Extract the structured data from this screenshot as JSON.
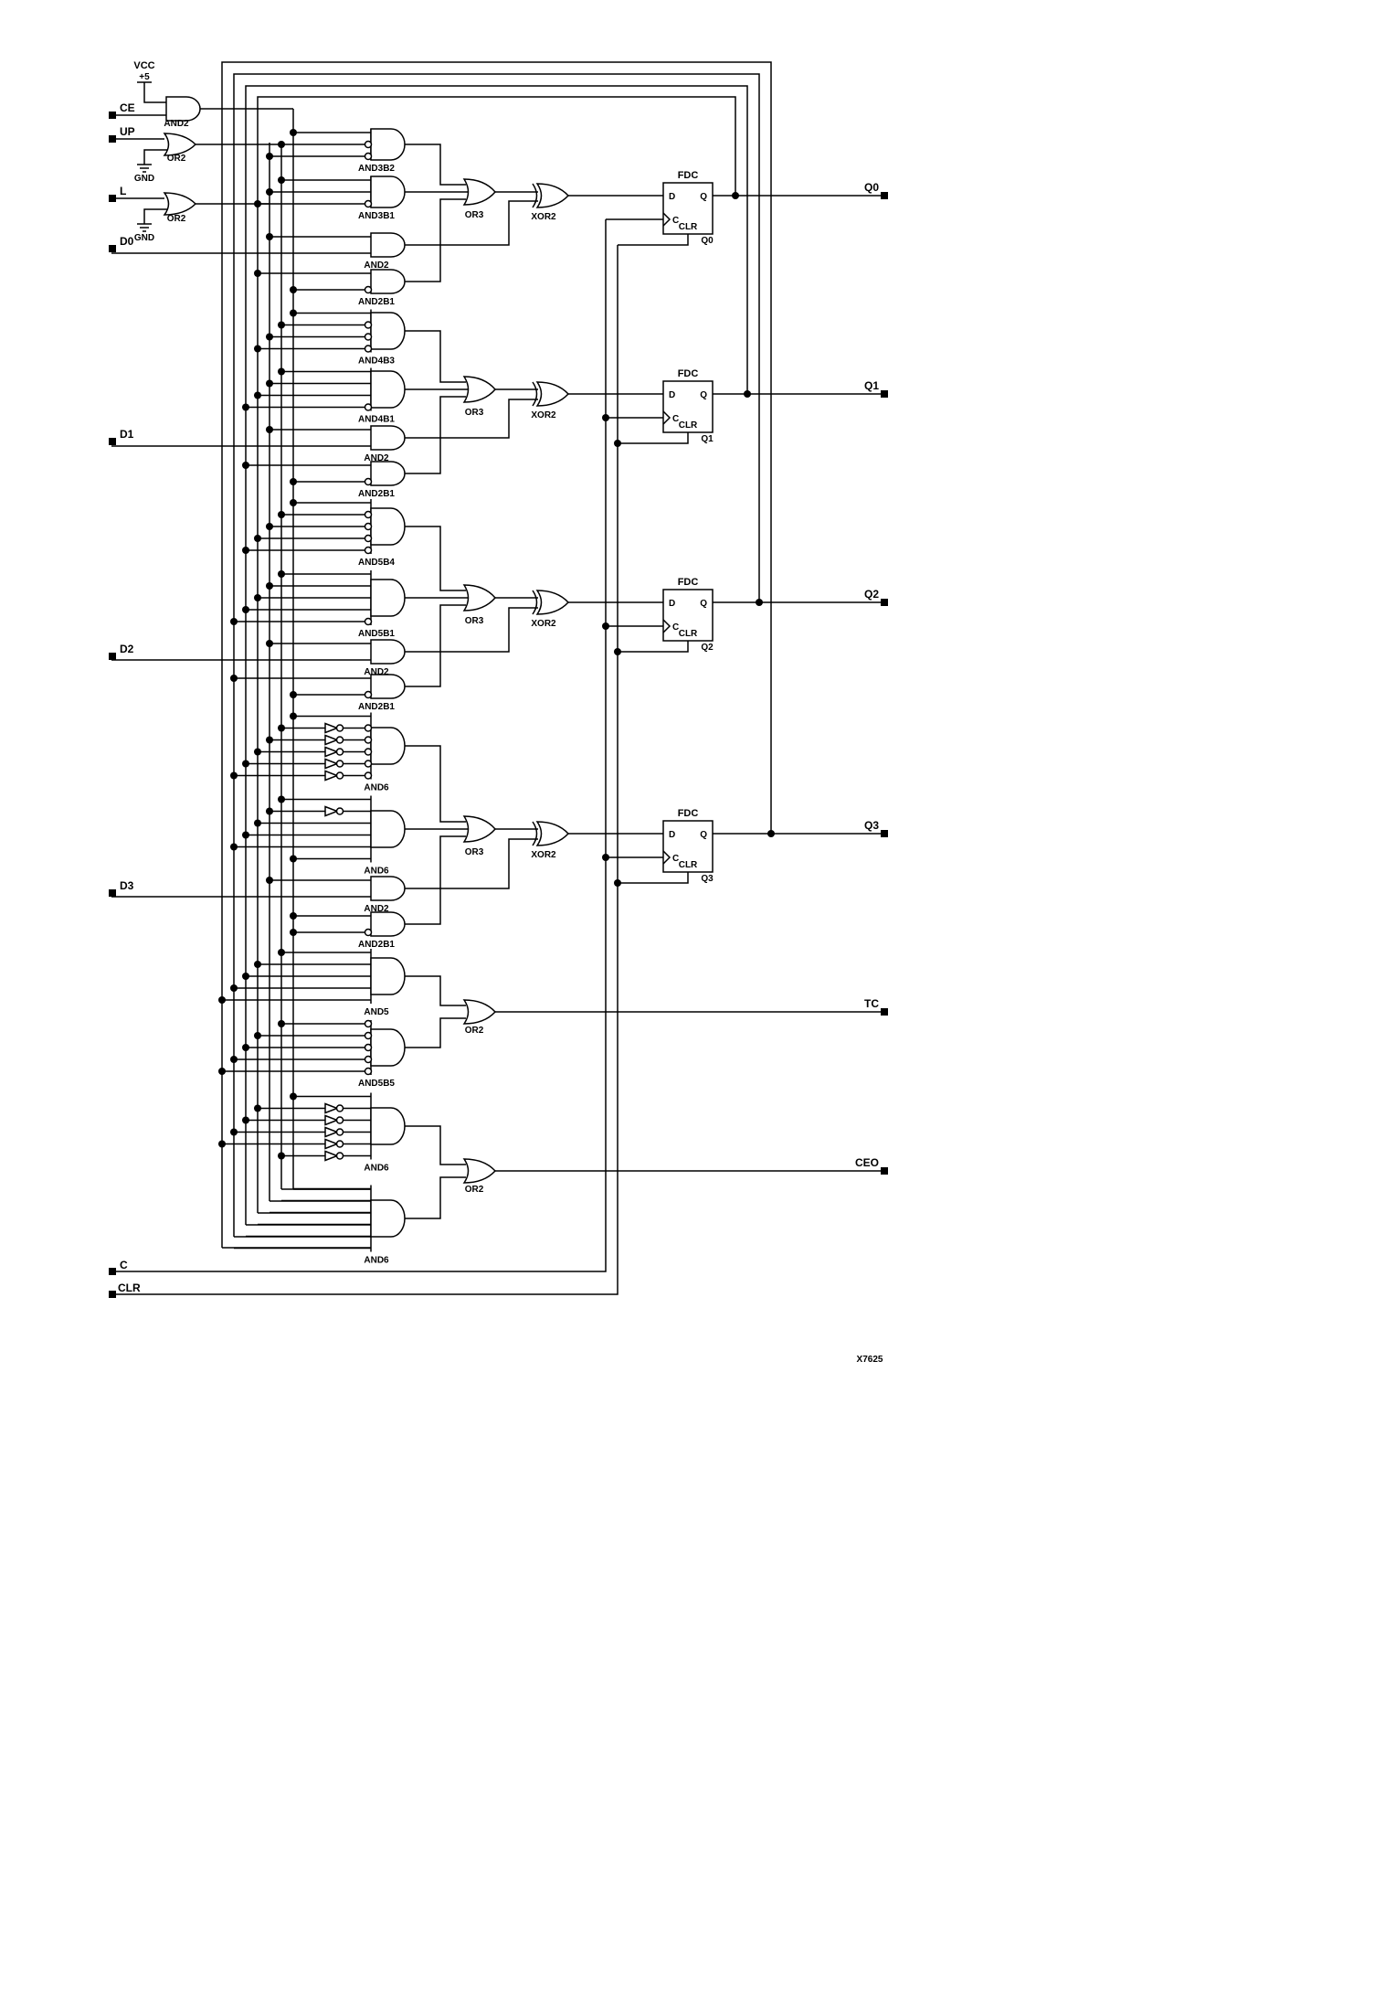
{
  "figure_id": "X7625",
  "inputs": {
    "ce": "CE",
    "up": "UP",
    "l": "L",
    "d0": "D0",
    "d1": "D1",
    "d2": "D2",
    "d3": "D3",
    "c": "C",
    "clr": "CLR"
  },
  "outputs": {
    "q0": "Q0",
    "q1": "Q1",
    "q2": "Q2",
    "q3": "Q3",
    "tc": "TC",
    "ceo": "CEO"
  },
  "power": {
    "vcc": "VCC",
    "plus5": "+5",
    "gnd": "GND"
  },
  "gates": {
    "ce_and": "AND2",
    "up_or": "OR2",
    "l_or": "OR2",
    "s0_a": "AND3B2",
    "s0_b": "AND3B1",
    "s0_c": "AND2",
    "s0_d": "AND2B1",
    "s1_a": "AND4B3",
    "s1_b": "AND4B1",
    "s1_c": "AND2",
    "s1_d": "AND2B1",
    "s2_a": "AND5B4",
    "s2_b": "AND5B1",
    "s2_c": "AND2",
    "s2_d": "AND2B1",
    "s3_a": "AND6",
    "s3_b": "AND6",
    "s3_c": "AND2",
    "s3_d": "AND2B1",
    "or3": "OR3",
    "xor2": "XOR2",
    "inv": "INV",
    "tc_a": "AND5",
    "tc_b": "AND5B5",
    "tc_or": "OR2",
    "ceo_a": "AND6",
    "ceo_b": "AND6",
    "ceo_or": "OR2"
  },
  "flipflops": {
    "type": "FDC",
    "d": "D",
    "q": "Q",
    "c": "C",
    "clr": "CLR",
    "names": [
      "Q0",
      "Q1",
      "Q2",
      "Q3"
    ]
  }
}
